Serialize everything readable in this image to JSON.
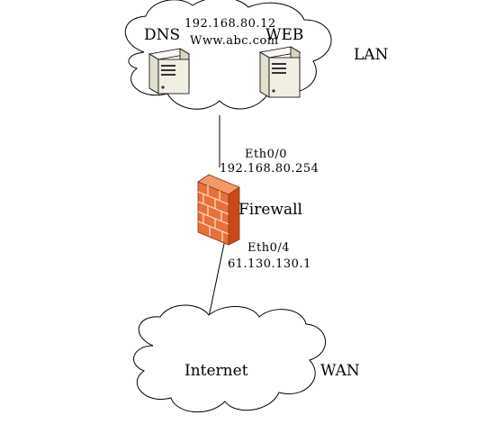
{
  "lan_cloud": {
    "zone_label": "LAN",
    "dns": {
      "label": "DNS",
      "ip": "192.168.80.12"
    },
    "web": {
      "label": "WEB",
      "host": "Www.abc.com"
    }
  },
  "firewall": {
    "label": "Firewall",
    "inside_iface": {
      "name": "Eth0/0",
      "ip": "192.168.80.254"
    },
    "outside_iface": {
      "name": "Eth0/4",
      "ip": "61.130.130.1"
    }
  },
  "wan_cloud": {
    "zone_label": "WAN",
    "label": "Internet"
  },
  "colors": {
    "firewall_face": "#e8703a",
    "firewall_side": "#c84a1a",
    "firewall_top": "#f29a6a",
    "server_body": "#f1eee2"
  },
  "icons": [
    "cloud-icon",
    "server-icon",
    "firewall-icon"
  ]
}
